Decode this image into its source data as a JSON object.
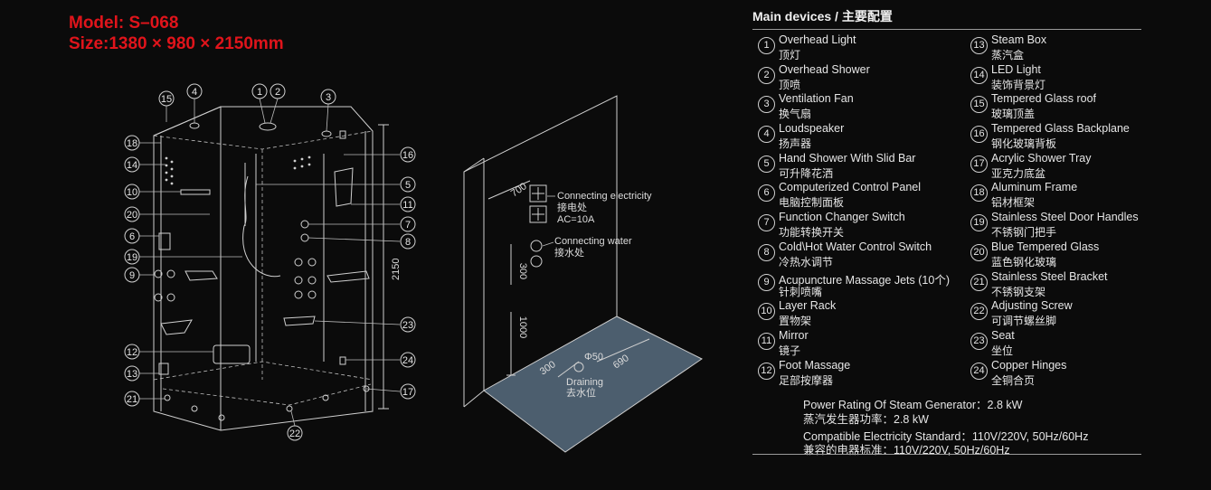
{
  "model": "Model: S–068",
  "size": "Size:1380 × 980 × 2150mm",
  "main_title": "Main devices / 主要配置",
  "devices_left": [
    {
      "num": "1",
      "en": "Overhead Light",
      "cn": "顶灯"
    },
    {
      "num": "2",
      "en": "Overhead Shower",
      "cn": "顶喷"
    },
    {
      "num": "3",
      "en": "Ventilation Fan",
      "cn": "换气扇"
    },
    {
      "num": "4",
      "en": "Loudspeaker",
      "cn": "扬声器"
    },
    {
      "num": "5",
      "en": "Hand Shower With Slid Bar",
      "cn": "可升降花洒"
    },
    {
      "num": "6",
      "en": "Computerized Control Panel",
      "cn": "电脑控制面板"
    },
    {
      "num": "7",
      "en": "Function Changer Switch",
      "cn": "功能转换开关"
    },
    {
      "num": "8",
      "en": "Cold\\Hot Water Control Switch",
      "cn": "冷热水调节"
    },
    {
      "num": "9",
      "en": "Acupuncture Massage Jets (10个)",
      "cn": "针刺喷嘴"
    },
    {
      "num": "10",
      "en": "Layer Rack",
      "cn": "置物架"
    },
    {
      "num": "11",
      "en": "Mirror",
      "cn": "镜子"
    },
    {
      "num": "12",
      "en": "Foot Massage",
      "cn": "足部按摩器"
    }
  ],
  "devices_right": [
    {
      "num": "13",
      "en": "Steam Box",
      "cn": "蒸汽盒"
    },
    {
      "num": "14",
      "en": "LED Light",
      "cn": "装饰背景灯"
    },
    {
      "num": "15",
      "en": "Tempered Glass roof",
      "cn": "玻璃顶盖"
    },
    {
      "num": "16",
      "en": "Tempered Glass Backplane",
      "cn": "钢化玻璃背板"
    },
    {
      "num": "17",
      "en": "Acrylic Shower Tray",
      "cn": "亚克力底盆"
    },
    {
      "num": "18",
      "en": "Aluminum Frame",
      "cn": "铝材框架"
    },
    {
      "num": "19",
      "en": "Stainless Steel Door Handles",
      "cn": "不锈钢门把手"
    },
    {
      "num": "20",
      "en": "Blue Tempered Glass",
      "cn": "蓝色钢化玻璃"
    },
    {
      "num": "21",
      "en": "Stainless Steel Bracket",
      "cn": "不锈钢支架"
    },
    {
      "num": "22",
      "en": "Adjusting Screw",
      "cn": "可调节螺丝脚"
    },
    {
      "num": "23",
      "en": "Seat",
      "cn": "坐位"
    },
    {
      "num": "24",
      "en": "Copper Hinges",
      "cn": "全铜合页"
    }
  ],
  "specs": {
    "power_en": "Power Rating Of Steam Generator：2.8 kW",
    "power_cn": "蒸汽发生器功率：2.8 kW",
    "elec_en": "Compatible Electricity Standard：110V/220V, 50Hz/60Hz",
    "elec_cn": "兼容的电器标准：110V/220V, 50Hz/60Hz"
  },
  "install": {
    "connecting_electricity": "Connecting electricity",
    "connecting_electricity_cn": "接电处",
    "ac": "AC=10A",
    "connecting_water": "Connecting water",
    "connecting_water_cn": "接水处",
    "draining": "Draining",
    "draining_cn": "去水位",
    "dim_700": "700",
    "dim_300v": "300",
    "dim_1000": "1000",
    "dim_phi50": "Φ50",
    "dim_300": "300",
    "dim_690": "690"
  },
  "height_dim": "2150",
  "callouts": [
    "1",
    "2",
    "3",
    "4",
    "5",
    "6",
    "7",
    "8",
    "9",
    "10",
    "11",
    "12",
    "13",
    "14",
    "15",
    "16",
    "17",
    "18",
    "19",
    "20",
    "21",
    "22",
    "23",
    "24"
  ],
  "colors": {
    "background": "#0b0b0b",
    "title_red": "#e0141b",
    "floor_blue": "#4c5e6e",
    "line": "#cfcfcf"
  }
}
